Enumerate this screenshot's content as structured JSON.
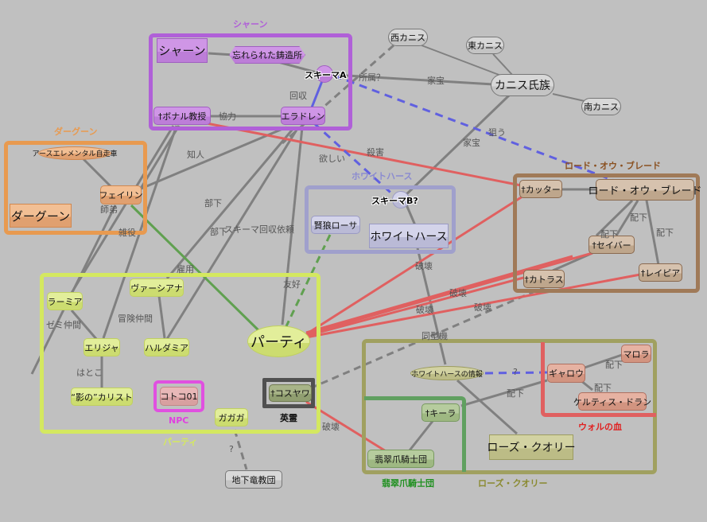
{
  "groups": {
    "shaan": {
      "title": "シャーン",
      "color": "#b060d8"
    },
    "dagoon": {
      "title": "ダーグーン",
      "color": "#e89a50"
    },
    "whitehearse": {
      "title": "ホワイトハース",
      "color": "#a0a0cc"
    },
    "lord_of_blade": {
      "title": "ロード・オウ・ブレード",
      "color": "#a07a58"
    },
    "party": {
      "title": "パーティ",
      "color": "#d4e860"
    },
    "npc": {
      "title": "NPC",
      "color": "#e050e0"
    },
    "eirei": {
      "title": "英霊",
      "color": "#505050"
    },
    "rose_quarry": {
      "title": "ローズ・クオリー",
      "color": "#a0a060"
    },
    "emerald_claw": {
      "title": "翡翠爪騎士団",
      "color": "#60a060"
    },
    "wol_blood": {
      "title": "ウォルの血",
      "color": "#e06060"
    }
  },
  "nodes": {
    "shaan": "シャーン",
    "forgotten_forge": "忘れられた鋳造所",
    "schema_a": "スキーマA",
    "bonal": "†ボナル教授",
    "eladren": "エラドレン",
    "west_kanis": "西カニス",
    "east_kanis": "東カニス",
    "kanis_clan": "カニス氏族",
    "south_kanis": "南カニス",
    "earth_elemental_car": "アースエレメンタル自走車",
    "faylin": "フェイリン",
    "dagoon": "ダーグーン",
    "schema_b": "スキーマB?",
    "wise_wolf_rosa": "賢狼ローサ",
    "whitehearse": "ホワイトハース",
    "cutter": "†カッター",
    "lord_of_blade": "ロード・オウ・ブレード",
    "saber": "†セイバー",
    "cutlass": "†カトラス",
    "rapier": "†レイピア",
    "ramia": "ラーミア",
    "varsiana": "ヴァーシアナ",
    "elijah": "エリジャ",
    "haldamia": "ハルダミア",
    "party": "パーティ",
    "kalist": "“影の”カリスト",
    "kotoko01": "コトコ01",
    "gagaga": "ガガガ",
    "kosuyawa": "†コスヤワ",
    "underdark_cult": "地下竜教団",
    "whitehearse_info": "ホワイトハースの情報",
    "gyarou": "ギャロウ",
    "marola": "マロラ",
    "keltis_doran": "ケルティス・ドラン",
    "kiira": "†キーラ",
    "emerald_claw": "翡翠爪騎士団",
    "rose_quarry": "ローズ・クオリー"
  },
  "edge_labels": {
    "cooperate": "協力",
    "recover": "回収",
    "belongs": "所属？",
    "heirloom1": "家宝",
    "heirloom2": "家宝",
    "target": "狙う",
    "want": "欲しい",
    "murder": "殺害",
    "acquaintance": "知人",
    "subordinate1": "部下",
    "subordinate2": "部下",
    "schema_request": "スキーマ回収依頼",
    "apprentice": "師弟",
    "chores": "雑役",
    "hire": "雇用",
    "friendly": "友好",
    "seminar": "ゼミ仲間",
    "adventure": "冒険仲間",
    "cousin": "はとこ",
    "destroy1": "破壊",
    "destroy2": "破壊",
    "destroy3": "破壊",
    "destroy4": "破壊",
    "destroy5": "破壊",
    "same_model": "同型機",
    "question1": "?",
    "question2": "?",
    "haika1": "配下",
    "haika2": "配下",
    "haika3": "配下",
    "haika4": "配下",
    "haika5": "配下"
  },
  "colors": {
    "gray_edge": "#808080",
    "red_edge": "#e06060",
    "blue_edge": "#6060e0",
    "green_edge": "#60a050",
    "background": "#c0c0c0"
  }
}
